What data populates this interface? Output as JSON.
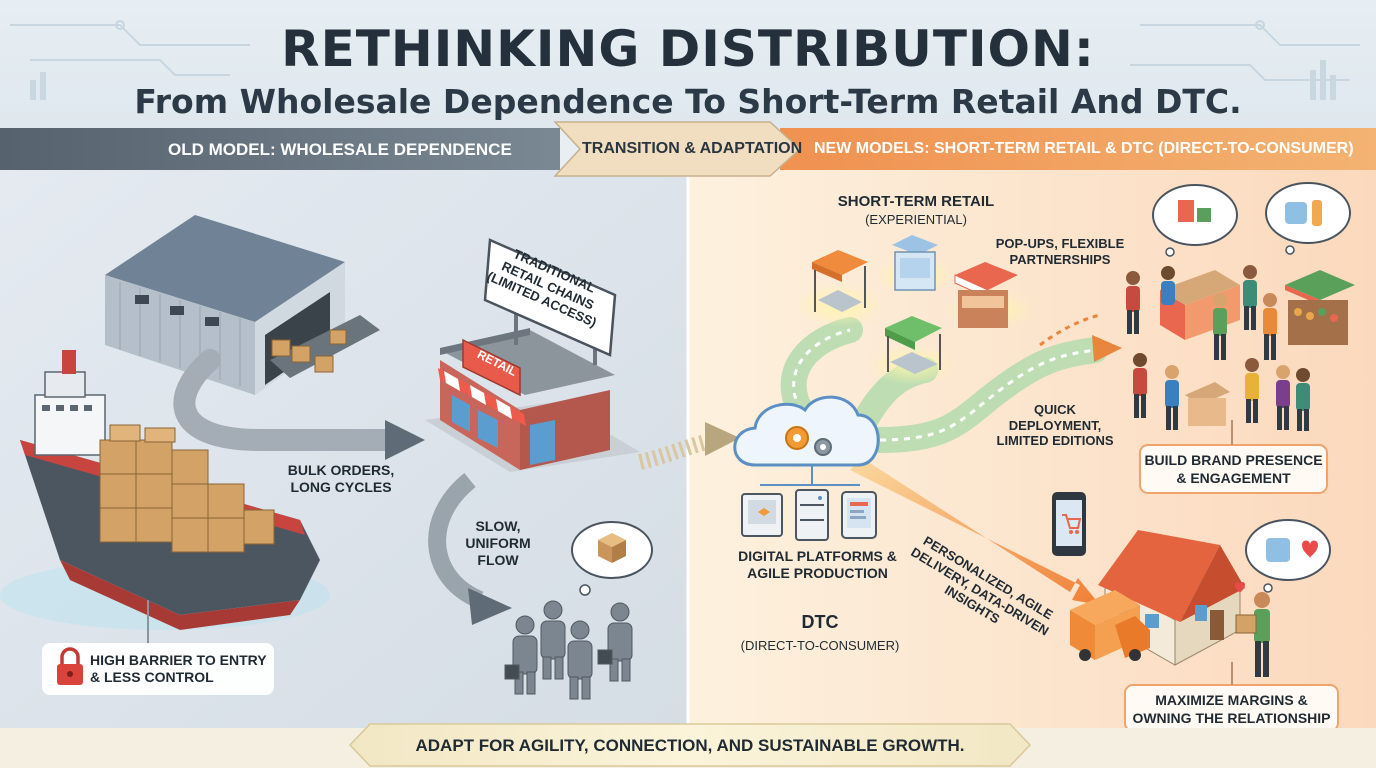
{
  "header": {
    "title": "RETHINKING DISTRIBUTION:",
    "subtitle": "From Wholesale Dependence To Short-Term Retail And DTC."
  },
  "bands": {
    "old": "OLD MODEL: WHOLESALE DEPENDENCE",
    "transition": "TRANSITION & ADAPTATION",
    "new": "NEW MODELS: SHORT-TERM RETAIL & DTC (DIRECT-TO-CONSUMER)"
  },
  "old_model": {
    "retail_sign": "TRADITIONAL RETAIL CHAINS (LIMITED ACCESS)",
    "store_sign": "RETAIL",
    "bulk": "BULK ORDERS, LONG CYCLES",
    "flow": "SLOW, UNIFORM FLOW",
    "barrier": "HIGH BARRIER TO ENTRY & LESS CONTROL"
  },
  "new_model": {
    "short_term_title": "SHORT-TERM RETAIL",
    "short_term_sub": "(EXPERIENTIAL)",
    "popups": "POP-UPS, FLEXIBLE PARTNERSHIPS",
    "quick": "QUICK DEPLOYMENT, LIMITED EDITIONS",
    "digital": "DIGITAL PLATFORMS & AGILE PRODUCTION",
    "dtc_title": "DTC",
    "dtc_sub": "(DIRECT-TO-CONSUMER)",
    "personalized": "PERSONALIZED, AGILE DELIVERY, DATA-DRIVEN INSIGHTS",
    "brand": "BUILD BRAND PRESENCE & ENGAGEMENT",
    "margins": "MAXIMIZE MARGINS & OWNING THE RELATIONSHIP"
  },
  "footer": {
    "message": "ADAPT FOR AGILITY, CONNECTION, AND SUSTAINABLE GROWTH."
  },
  "colors": {
    "old_band": "#5b6b78",
    "new_band": "#ee8a4f",
    "accent_orange": "#f38a3c",
    "cloud_blue": "#5c8fc4",
    "lock_red": "#d9433b"
  }
}
